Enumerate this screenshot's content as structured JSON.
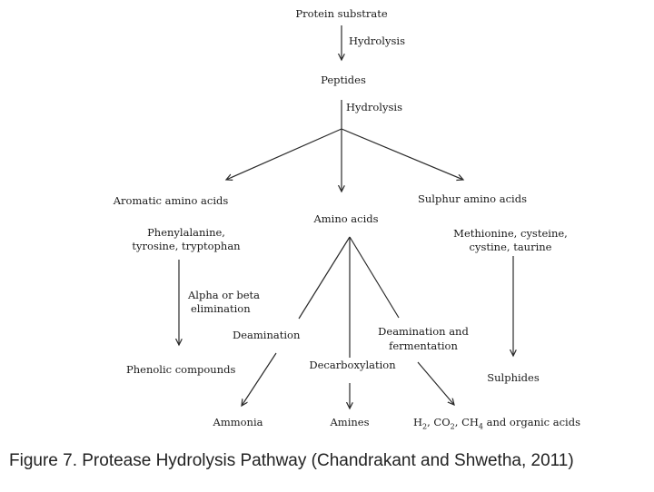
{
  "nodes": {
    "protein_substrate": "Protein substrate",
    "hydrolysis_1": "Hydrolysis",
    "peptides": "Peptides",
    "hydrolysis_2": "Hydrolysis",
    "aromatic_amino_acids": "Aromatic amino acids",
    "amino_acids": "Amino acids",
    "sulphur_amino_acids": "Sulphur amino acids",
    "aromatic_list_1": "Phenylalanine,",
    "aromatic_list_2": "tyrosine, tryptophan",
    "sulphur_list_1": "Methionine, cysteine,",
    "sulphur_list_2": "cystine, taurine",
    "elimination_1": "Alpha or beta",
    "elimination_2": "elimination",
    "deamination": "Deamination",
    "deamination_fermentation_1": "Deamination and",
    "deamination_fermentation_2": "fermentation",
    "phenolic_compounds": "Phenolic compounds",
    "decarboxylation": "Decarboxylation",
    "sulphides": "Sulphides",
    "ammonia": "Ammonia",
    "amines": "Amines",
    "gases_1": "H",
    "gases_sub_1": "2",
    "gases_2": ", CO",
    "gases_sub_2": "2",
    "gases_3": ", CH",
    "gases_sub_3": "4",
    "gases_4": " and organic acids"
  },
  "caption": "Figure 7. Protease Hydrolysis Pathway (Chandrakant and Shwetha, 2011)"
}
